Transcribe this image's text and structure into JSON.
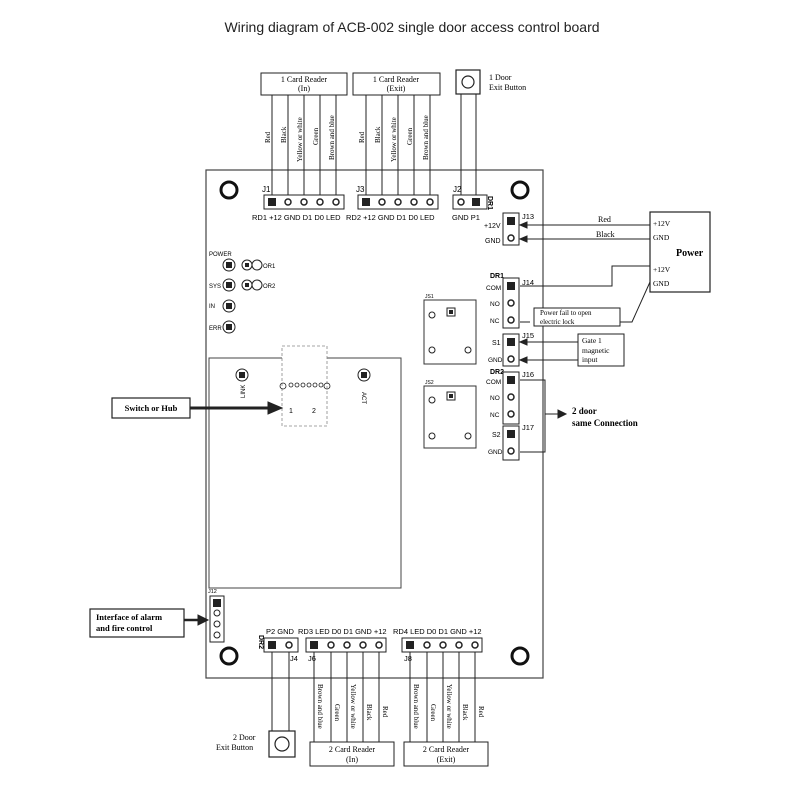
{
  "title": "Wiring diagram of ACB-002 single door access control board",
  "reader1_in": {
    "l1": "1 Card Reader",
    "l2": "(In)"
  },
  "reader1_exit": {
    "l1": "1 Card Reader",
    "l2": "(Exit)"
  },
  "reader2_in": {
    "l1": "2 Card Reader",
    "l2": "(In)"
  },
  "reader2_exit": {
    "l1": "2 Card Reader",
    "l2": "(Exit)"
  },
  "exit1": {
    "l1": "1 Door",
    "l2": "Exit Button"
  },
  "exit2": {
    "l1": "2 Door",
    "l2": "Exit Button"
  },
  "wires_top": [
    "Red",
    "Black",
    "Yellow or white",
    "Green",
    "Brown and blue"
  ],
  "wires_bottom": [
    "Brown and blue",
    "Green",
    "Yellow or white",
    "Black",
    "Red"
  ],
  "connectors": {
    "j1": "J1",
    "j2": "J2",
    "j3": "J3",
    "j4": "J4",
    "j6": "J6",
    "j8": "J8",
    "j12": "J12",
    "j13": "J13",
    "j14": "J14",
    "j15": "J15",
    "j16": "J16",
    "j17": "J17",
    "j1_pins": "RD1 +12  GND  D1  D0  LED",
    "j3_pins": "RD2 +12  GND  D1  D0  LED",
    "j2_pins": "GND  P1",
    "p1": "DR1",
    "p2": "DR2",
    "j6_pins": "RD3 LED  D0  D1  GND  +12",
    "j8_pins": "RD4 LED  D0  D1  GND  +12",
    "j4_pins": "P2  GND"
  },
  "j13": {
    "p1": "+12V",
    "p2": "GND"
  },
  "power": {
    "title": "Power",
    "v1": "+12V",
    "g1": "GND",
    "v2": "+12V",
    "g2": "GND",
    "red": "Red",
    "black": "Black"
  },
  "dr1": {
    "label": "DR1",
    "com": "COM",
    "no": "NO",
    "nc": "NC"
  },
  "dr2": {
    "label": "DR2",
    "com": "COM",
    "no": "NO",
    "nc": "NC"
  },
  "s1": {
    "label": "S1",
    "gnd": "GND"
  },
  "s2": {
    "label": "S2",
    "gnd": "GND"
  },
  "power_fail": {
    "l1": "Power fail to open",
    "l2": "electric lock"
  },
  "gate": {
    "l1": "Gate 1",
    "l2": "magnetic",
    "l3": "input"
  },
  "door2": {
    "l1": "2 door",
    "l2": "same Connection"
  },
  "leds": {
    "power": "POWER",
    "sys": "SYS",
    "in": "IN",
    "err": "ERR",
    "or1": "OR1",
    "or2": "OR2"
  },
  "relay_labels": {
    "r1": "JS1",
    "r2": "JS2"
  },
  "link": "LINK",
  "act": "ACT",
  "switch_hub": "Switch or Hub",
  "alarm": {
    "l1": "Interface of alarm",
    "l2": "and fire control"
  }
}
